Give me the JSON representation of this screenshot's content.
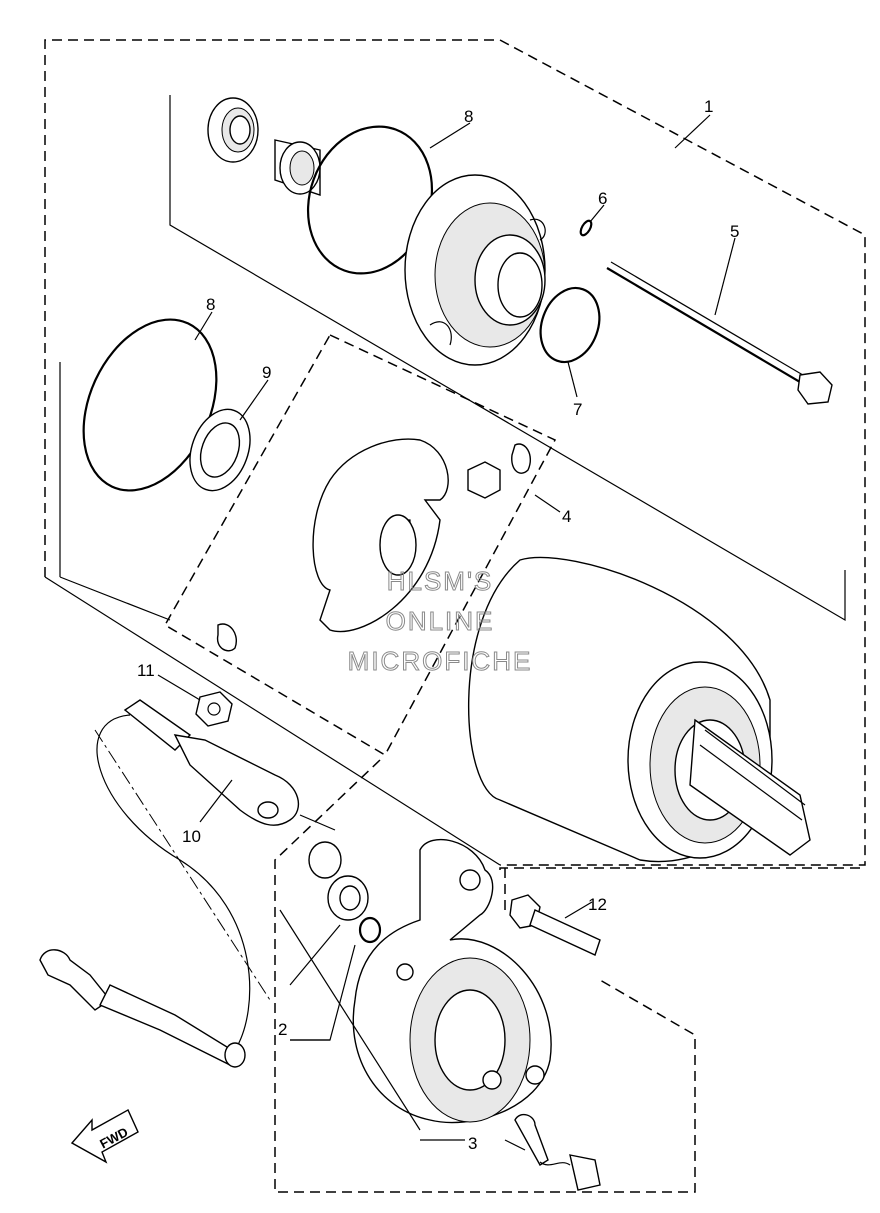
{
  "callouts": {
    "c1": "1",
    "c2": "2",
    "c3": "3",
    "c4": "4",
    "c5": "5",
    "c6": "6",
    "c7": "7",
    "c8a": "8",
    "c8b": "8",
    "c9": "9",
    "c10": "10",
    "c11": "11",
    "c12": "12"
  },
  "watermark": {
    "line1": "HLSM'S",
    "line2": "ONLINE",
    "line3": "MICROFICHE"
  },
  "fwd_label": "FWD"
}
